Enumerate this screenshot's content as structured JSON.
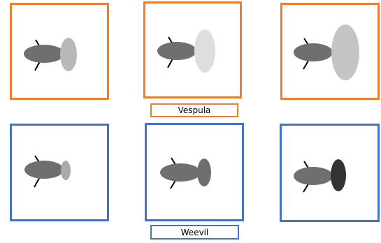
{
  "colors": {
    "vespula_border": "#ed7d31",
    "weevil_border": "#4472c4",
    "body": "#6f6f6f",
    "legs": "#000000"
  },
  "groups": [
    {
      "id": "vespula",
      "label": "Vespula",
      "border_color": "#ed7d31",
      "panels": [
        {
          "name": "vespula-panel-1",
          "head_color": "#b8b8b8"
        },
        {
          "name": "vespula-panel-2",
          "head_color": "#dedede"
        },
        {
          "name": "vespula-panel-3",
          "head_color": "#c4c4c4"
        }
      ]
    },
    {
      "id": "weevil",
      "label": "Weevil",
      "border_color": "#4472c4",
      "panels": [
        {
          "name": "weevil-panel-1",
          "head_color": "#ababab"
        },
        {
          "name": "weevil-panel-2",
          "head_color": "#6e6e6e"
        },
        {
          "name": "weevil-panel-3",
          "head_color": "#333333"
        }
      ]
    }
  ]
}
